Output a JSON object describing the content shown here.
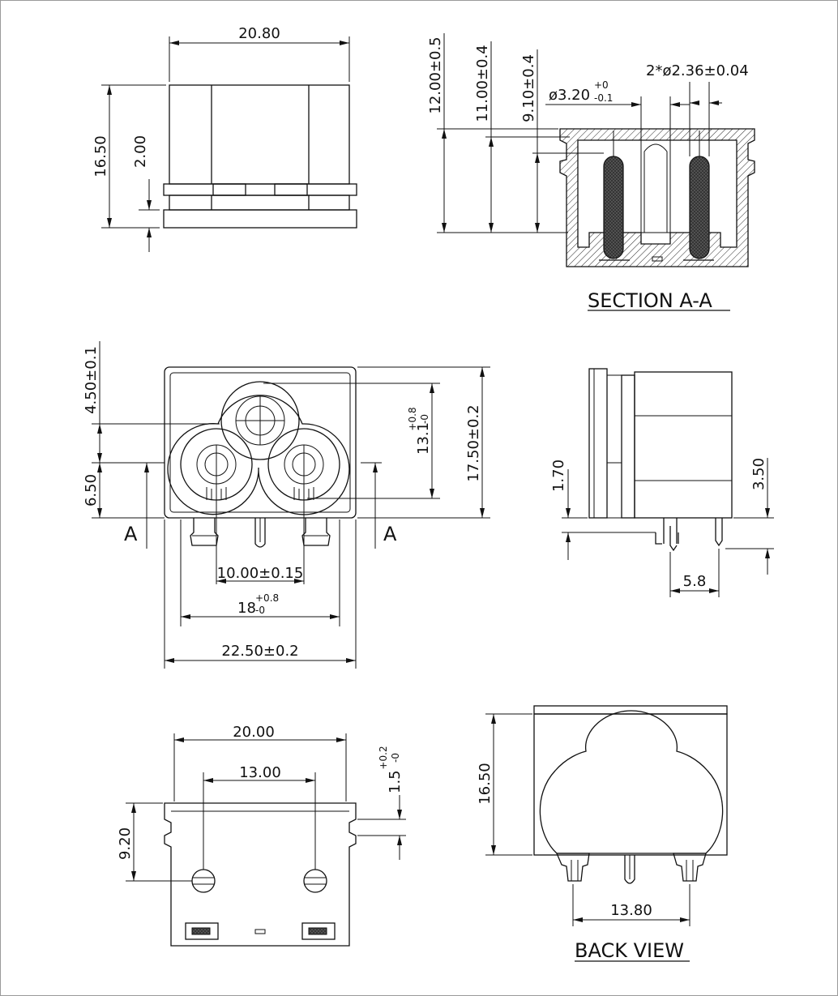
{
  "top_view": {
    "width_dim": "20.80",
    "height_dim": "16.50",
    "flange_dim": "2.00"
  },
  "section_view": {
    "caption": "SECTION A-A",
    "dim_12": "12.00±0.5",
    "dim_11": "11.00±0.4",
    "dim_9": "9.10±0.4",
    "pin_dia_main": "ø3.20",
    "pin_dia_tol_upper": "+0",
    "pin_dia_tol_lower": "-0.1",
    "contact_dia": "2*ø2.36±0.04"
  },
  "front_view": {
    "dim_450": "4.50±0.1",
    "dim_650": "6.50",
    "dim_131_main": "13.1",
    "dim_131_tol_upper": "+0.8",
    "dim_131_tol_lower": "-0",
    "dim_1750": "17.50±0.2",
    "pitch_dim": "10.00±0.15",
    "dim_18_main": "18",
    "dim_18_tol_upper": "+0.8",
    "dim_18_tol_lower": "-0",
    "width_dim": "22.50±0.2",
    "section_mark_left": "A",
    "section_mark_right": "A"
  },
  "side_view": {
    "dim_170": "1.70",
    "dim_350": "3.50",
    "dim_58": "5.8"
  },
  "bottom_view": {
    "dim_2000": "20.00",
    "dim_1300": "13.00",
    "dim_920": "9.20",
    "dim_15_main": "1.5",
    "dim_15_tol_upper": "+0.2",
    "dim_15_tol_lower": "-0"
  },
  "back_view": {
    "caption": "BACK VIEW",
    "height_dim": "16.50",
    "pitch_dim": "13.80"
  }
}
